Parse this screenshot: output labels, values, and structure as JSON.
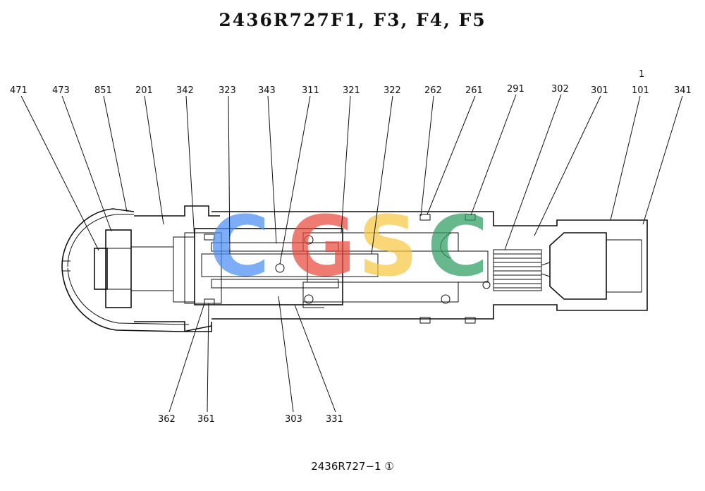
{
  "title": "2436R727F1, F3, F4, F5",
  "footer": "2436R727−1 ①",
  "watermark": {
    "letters": [
      "C",
      "G",
      "S",
      "C"
    ],
    "colors": [
      "#4d8ef5",
      "#ea4b3c",
      "#f7c844",
      "#2f9e64"
    ]
  },
  "labels": {
    "l471": "471",
    "l473": "473",
    "l851": "851",
    "l201": "201",
    "l342": "342",
    "l323": "323",
    "l343": "343",
    "l311": "311",
    "l321": "321",
    "l322": "322",
    "l262": "262",
    "l261": "261",
    "l291": "291",
    "l302": "302",
    "l301": "301",
    "l1": "1",
    "l101": "101",
    "l341": "341",
    "l362": "362",
    "l361": "361",
    "l303": "303",
    "l331": "331"
  }
}
